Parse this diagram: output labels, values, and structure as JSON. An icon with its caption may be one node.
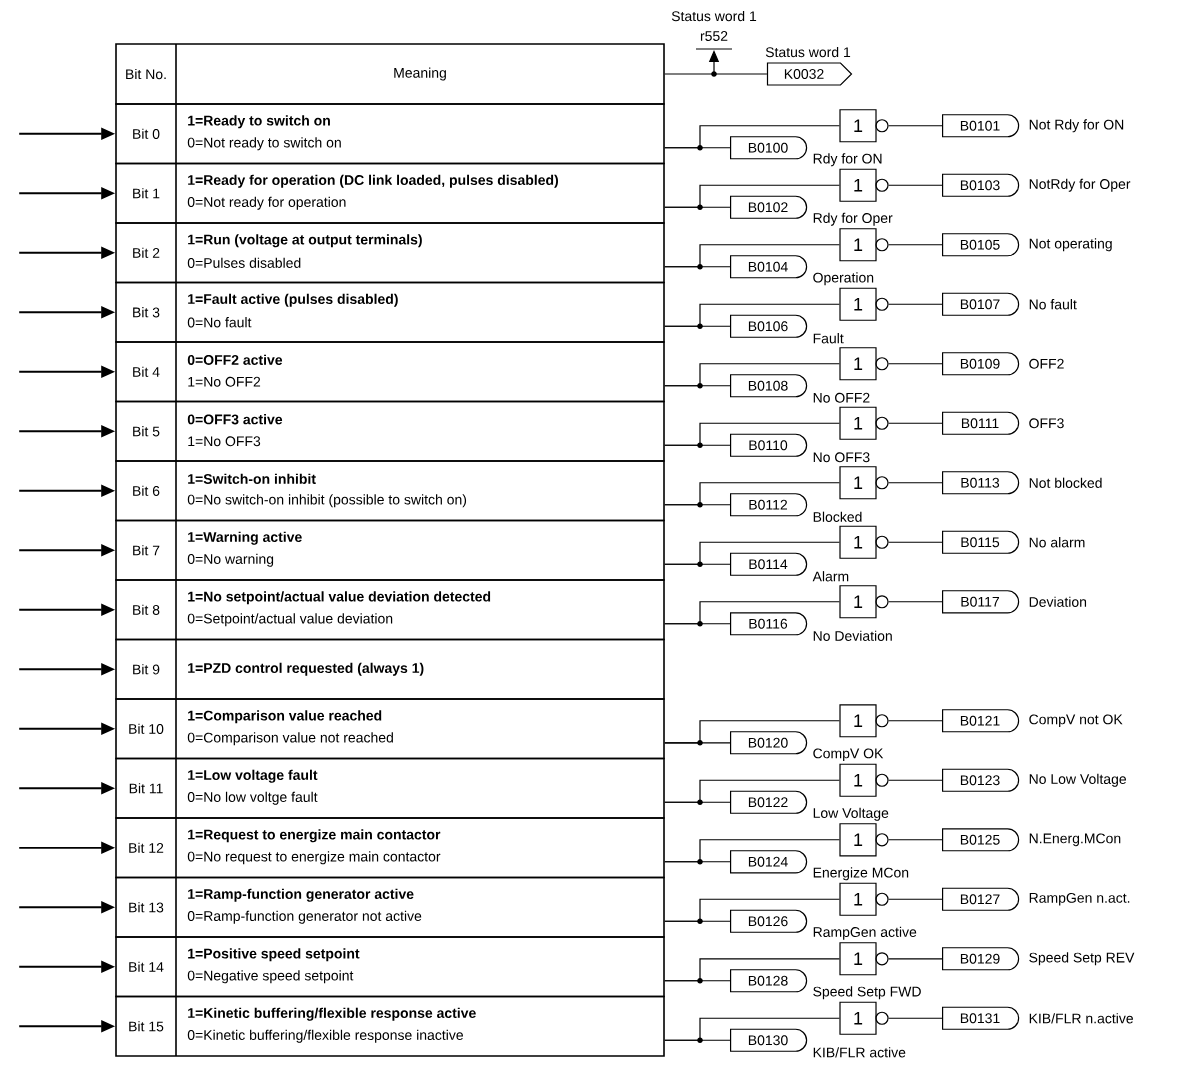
{
  "diagram": {
    "nodes": [
      {
        "text": [
          "Bit No.",
          "Meaning"
        ]
      },
      {
        "text": [
          "Bit 0",
          "1=Ready to switch on",
          "0=Not ready to switch on"
        ]
      },
      {
        "text": [
          "Bit 1",
          "1=Ready for operation (DC link loaded, pulses disabled)",
          "0=Not ready for operation"
        ]
      },
      {
        "text": [
          "Bit 2",
          "1=Run (voltage at output terminals)",
          "0=Pulses disabled"
        ]
      },
      {
        "text": [
          "Bit 3",
          "1=Fault active (pulses disabled)",
          "0=No fault"
        ]
      },
      {
        "text": [
          "Bit 4",
          "0=OFF2 active",
          "1=No OFF2"
        ]
      },
      {
        "text": [
          "Bit 5",
          "0=OFF3 active",
          "1=No OFF3"
        ]
      },
      {
        "text": [
          "Bit 6",
          "1=Switch-on inhibit",
          "0=No switch-on inhibit (possible to switch on)"
        ]
      },
      {
        "text": [
          "Bit 7",
          "1=Warning active",
          "0=No warning"
        ]
      },
      {
        "text": [
          "Bit 8",
          "1=No setpoint/actual value deviation detected",
          "0=Setpoint/actual value deviation"
        ]
      },
      {
        "text": [
          "Bit 9",
          "1=PZD control requested (always 1)"
        ]
      },
      {
        "text": [
          "Bit 10",
          "1=Comparison value reached",
          "0=Comparison value not reached"
        ]
      },
      {
        "text": [
          "Bit 11",
          "1=Low voltage fault",
          "0=No low voltge fault"
        ]
      },
      {
        "text": [
          "Bit 12",
          "1=Request to energize main contactor",
          "0=No request to energize main contactor"
        ]
      },
      {
        "text": [
          "Bit 13",
          "1=Ramp-function generator active",
          "0=Ramp-function generator not active"
        ]
      },
      {
        "text": [
          "Bit 14",
          "1=Positive speed setpoint",
          "0=Negative speed setpoint"
        ]
      },
      {
        "text": [
          "Bit 15",
          "1=Kinetic buffering/flexible response active",
          "0=Kinetic buffering/flexible response inactive"
        ]
      },
      {
        "text": [
          "K0032"
        ],
        "beside": [
          "Status word 1"
        ]
      },
      {
        "text": [
          "1"
        ]
      },
      {
        "text": [
          "B0101"
        ],
        "beside": [
          "Not Rdy for ON"
        ]
      },
      {
        "text": [
          "B0100"
        ],
        "beside": [
          "Rdy for ON"
        ]
      },
      {
        "text": [
          "1"
        ]
      },
      {
        "text": [
          "B0103"
        ],
        "beside": [
          "NotRdy for Oper"
        ]
      },
      {
        "text": [
          "B0102"
        ],
        "beside": [
          "Rdy for Oper"
        ]
      },
      {
        "text": [
          "1"
        ]
      },
      {
        "text": [
          "B0105"
        ],
        "beside": [
          "Not operating"
        ]
      },
      {
        "text": [
          "B0104"
        ],
        "beside": [
          "Operation"
        ]
      },
      {
        "text": [
          "1"
        ]
      },
      {
        "text": [
          "B0107"
        ],
        "beside": [
          "No fault"
        ]
      },
      {
        "text": [
          "B0106"
        ],
        "beside": [
          "Fault"
        ]
      },
      {
        "text": [
          "1"
        ]
      },
      {
        "text": [
          "B0109"
        ],
        "beside": [
          "OFF2"
        ]
      },
      {
        "text": [
          "B0108"
        ],
        "beside": [
          "No OFF2"
        ]
      },
      {
        "text": [
          "1"
        ]
      },
      {
        "text": [
          "B0111"
        ],
        "beside": [
          "OFF3"
        ]
      },
      {
        "text": [
          "B0110"
        ],
        "beside": [
          "No OFF3"
        ]
      },
      {
        "text": [
          "1"
        ]
      },
      {
        "text": [
          "B0113"
        ],
        "beside": [
          "Not blocked"
        ]
      },
      {
        "text": [
          "B0112"
        ],
        "beside": [
          "Blocked"
        ]
      },
      {
        "text": [
          "1"
        ]
      },
      {
        "text": [
          "B0115"
        ],
        "beside": [
          "No alarm"
        ]
      },
      {
        "text": [
          "B0114"
        ],
        "beside": [
          "Alarm"
        ]
      },
      {
        "text": [
          "1"
        ]
      },
      {
        "text": [
          "B0117"
        ],
        "beside": [
          "Deviation"
        ]
      },
      {
        "text": [
          "B0116"
        ],
        "beside": [
          "No Deviation"
        ]
      },
      {
        "text": [
          "1"
        ]
      },
      {
        "text": [
          "B0121"
        ],
        "beside": [
          "CompV not OK"
        ]
      },
      {
        "text": [
          "B0120"
        ],
        "beside": [
          "CompV OK"
        ]
      },
      {
        "text": [
          "1"
        ]
      },
      {
        "text": [
          "B0123"
        ],
        "beside": [
          "No Low Voltage"
        ]
      },
      {
        "text": [
          "B0122"
        ],
        "beside": [
          "Low Voltage"
        ]
      },
      {
        "text": [
          "1"
        ]
      },
      {
        "text": [
          "B0125"
        ],
        "beside": [
          "N.Energ.MCon"
        ]
      },
      {
        "text": [
          "B0124"
        ],
        "beside": [
          "Energize MCon"
        ]
      },
      {
        "text": [
          "1"
        ]
      },
      {
        "text": [
          "B0127"
        ],
        "beside": [
          "RampGen n.act."
        ]
      },
      {
        "text": [
          "B0126"
        ],
        "beside": [
          "RampGen active"
        ]
      },
      {
        "text": [
          "1"
        ]
      },
      {
        "text": [
          "B0129"
        ],
        "beside": [
          "Speed Setp REV"
        ]
      },
      {
        "text": [
          "B0128"
        ],
        "beside": [
          "Speed Setp FWD"
        ]
      },
      {
        "text": [
          "1"
        ]
      },
      {
        "text": [
          "B0131"
        ],
        "beside": [
          "KIB/FLR n.active"
        ]
      },
      {
        "text": [
          "B0130"
        ],
        "beside": [
          "KIB/FLR active"
        ]
      }
    ],
    "edges": [
      {
        "from": null,
        "to": 1,
        "arrow": "to"
      },
      {
        "from": null,
        "to": 2,
        "arrow": "to"
      },
      {
        "from": null,
        "to": 3,
        "arrow": "to"
      },
      {
        "from": null,
        "to": 4,
        "arrow": "to"
      },
      {
        "from": null,
        "to": 5,
        "arrow": "to"
      },
      {
        "from": null,
        "to": 6,
        "arrow": "to"
      },
      {
        "from": null,
        "to": 7,
        "arrow": "to"
      },
      {
        "from": null,
        "to": 8,
        "arrow": "to"
      },
      {
        "from": null,
        "to": 9,
        "arrow": "to"
      },
      {
        "from": null,
        "to": 10,
        "arrow": "to"
      },
      {
        "from": null,
        "to": 11,
        "arrow": "to"
      },
      {
        "from": null,
        "to": 12,
        "arrow": "to"
      },
      {
        "from": null,
        "to": 13,
        "arrow": "to"
      },
      {
        "from": null,
        "to": 14,
        "arrow": "to"
      },
      {
        "from": null,
        "to": 15,
        "arrow": "to"
      },
      {
        "from": null,
        "to": 16,
        "arrow": "to"
      },
      {
        "from": 0,
        "to": 17,
        "arrow": "none"
      },
      {
        "from": 1,
        "to": 20,
        "arrow": "none"
      },
      {
        "from": 1,
        "to": 18,
        "arrow": "none"
      },
      {
        "from": 18,
        "to": 19,
        "arrow": "none"
      },
      {
        "from": 2,
        "to": 23,
        "arrow": "none"
      },
      {
        "from": 2,
        "to": 21,
        "arrow": "none"
      },
      {
        "from": 21,
        "to": 22,
        "arrow": "none"
      },
      {
        "from": 3,
        "to": 26,
        "arrow": "none"
      },
      {
        "from": 3,
        "to": 24,
        "arrow": "none"
      },
      {
        "from": 24,
        "to": 25,
        "arrow": "none"
      },
      {
        "from": 4,
        "to": 29,
        "arrow": "none"
      },
      {
        "from": 4,
        "to": 27,
        "arrow": "none"
      },
      {
        "from": 27,
        "to": 28,
        "arrow": "none"
      },
      {
        "from": 5,
        "to": 32,
        "arrow": "none"
      },
      {
        "from": 5,
        "to": 30,
        "arrow": "none"
      },
      {
        "from": 30,
        "to": 31,
        "arrow": "none"
      },
      {
        "from": 6,
        "to": 35,
        "arrow": "none"
      },
      {
        "from": 6,
        "to": 33,
        "arrow": "none"
      },
      {
        "from": 33,
        "to": 34,
        "arrow": "none"
      },
      {
        "from": 7,
        "to": 38,
        "arrow": "none"
      },
      {
        "from": 7,
        "to": 36,
        "arrow": "none"
      },
      {
        "from": 36,
        "to": 37,
        "arrow": "none"
      },
      {
        "from": 8,
        "to": 41,
        "arrow": "none"
      },
      {
        "from": 8,
        "to": 39,
        "arrow": "none"
      },
      {
        "from": 39,
        "to": 40,
        "arrow": "none"
      },
      {
        "from": 9,
        "to": 44,
        "arrow": "none"
      },
      {
        "from": 9,
        "to": 42,
        "arrow": "none"
      },
      {
        "from": 42,
        "to": 43,
        "arrow": "none"
      },
      {
        "from": 11,
        "to": 47,
        "arrow": "none"
      },
      {
        "from": 11,
        "to": 45,
        "arrow": "none"
      },
      {
        "from": 45,
        "to": 46,
        "arrow": "none"
      },
      {
        "from": 12,
        "to": 50,
        "arrow": "none"
      },
      {
        "from": 12,
        "to": 48,
        "arrow": "none"
      },
      {
        "from": 48,
        "to": 49,
        "arrow": "none"
      },
      {
        "from": 13,
        "to": 53,
        "arrow": "none"
      },
      {
        "from": 13,
        "to": 51,
        "arrow": "none"
      },
      {
        "from": 51,
        "to": 52,
        "arrow": "none"
      },
      {
        "from": 14,
        "to": 56,
        "arrow": "none"
      },
      {
        "from": 14,
        "to": 54,
        "arrow": "none"
      },
      {
        "from": 54,
        "to": 55,
        "arrow": "none"
      },
      {
        "from": 15,
        "to": 59,
        "arrow": "none"
      },
      {
        "from": 15,
        "to": 57,
        "arrow": "none"
      },
      {
        "from": 57,
        "to": 58,
        "arrow": "none"
      },
      {
        "from": 16,
        "to": 62,
        "arrow": "none"
      },
      {
        "from": 16,
        "to": 60,
        "arrow": "none"
      },
      {
        "from": 60,
        "to": 61,
        "arrow": "none"
      }
    ],
    "labels": [
      "Status word 1",
      "r552"
    ]
  }
}
